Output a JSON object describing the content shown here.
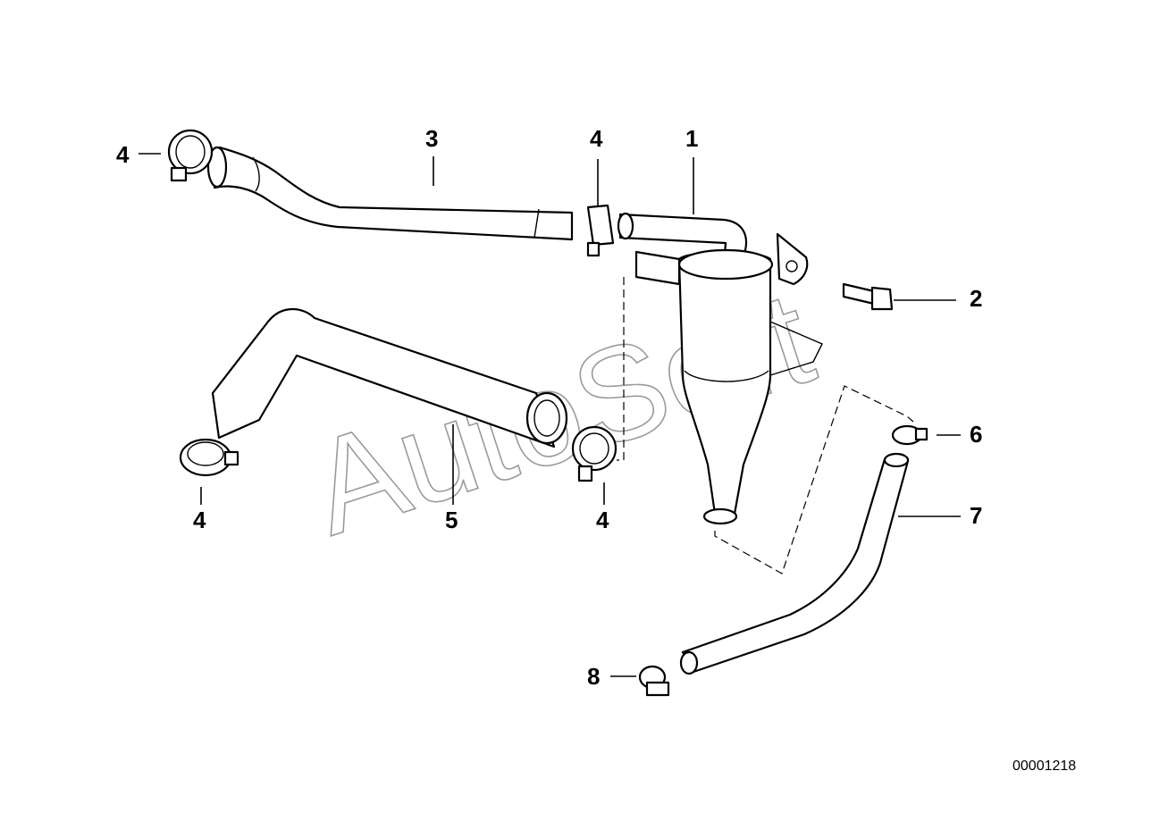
{
  "diagram": {
    "callouts": [
      {
        "id": "c4a",
        "label": "4"
      },
      {
        "id": "c3",
        "label": "3"
      },
      {
        "id": "c4b",
        "label": "4"
      },
      {
        "id": "c1",
        "label": "1"
      },
      {
        "id": "c2",
        "label": "2"
      },
      {
        "id": "c6",
        "label": "6"
      },
      {
        "id": "c7",
        "label": "7"
      },
      {
        "id": "c4c",
        "label": "4"
      },
      {
        "id": "c5",
        "label": "5"
      },
      {
        "id": "c4d",
        "label": "4"
      },
      {
        "id": "c8",
        "label": "8"
      }
    ],
    "document_number": "00001218",
    "watermark": "AutoSoft"
  }
}
